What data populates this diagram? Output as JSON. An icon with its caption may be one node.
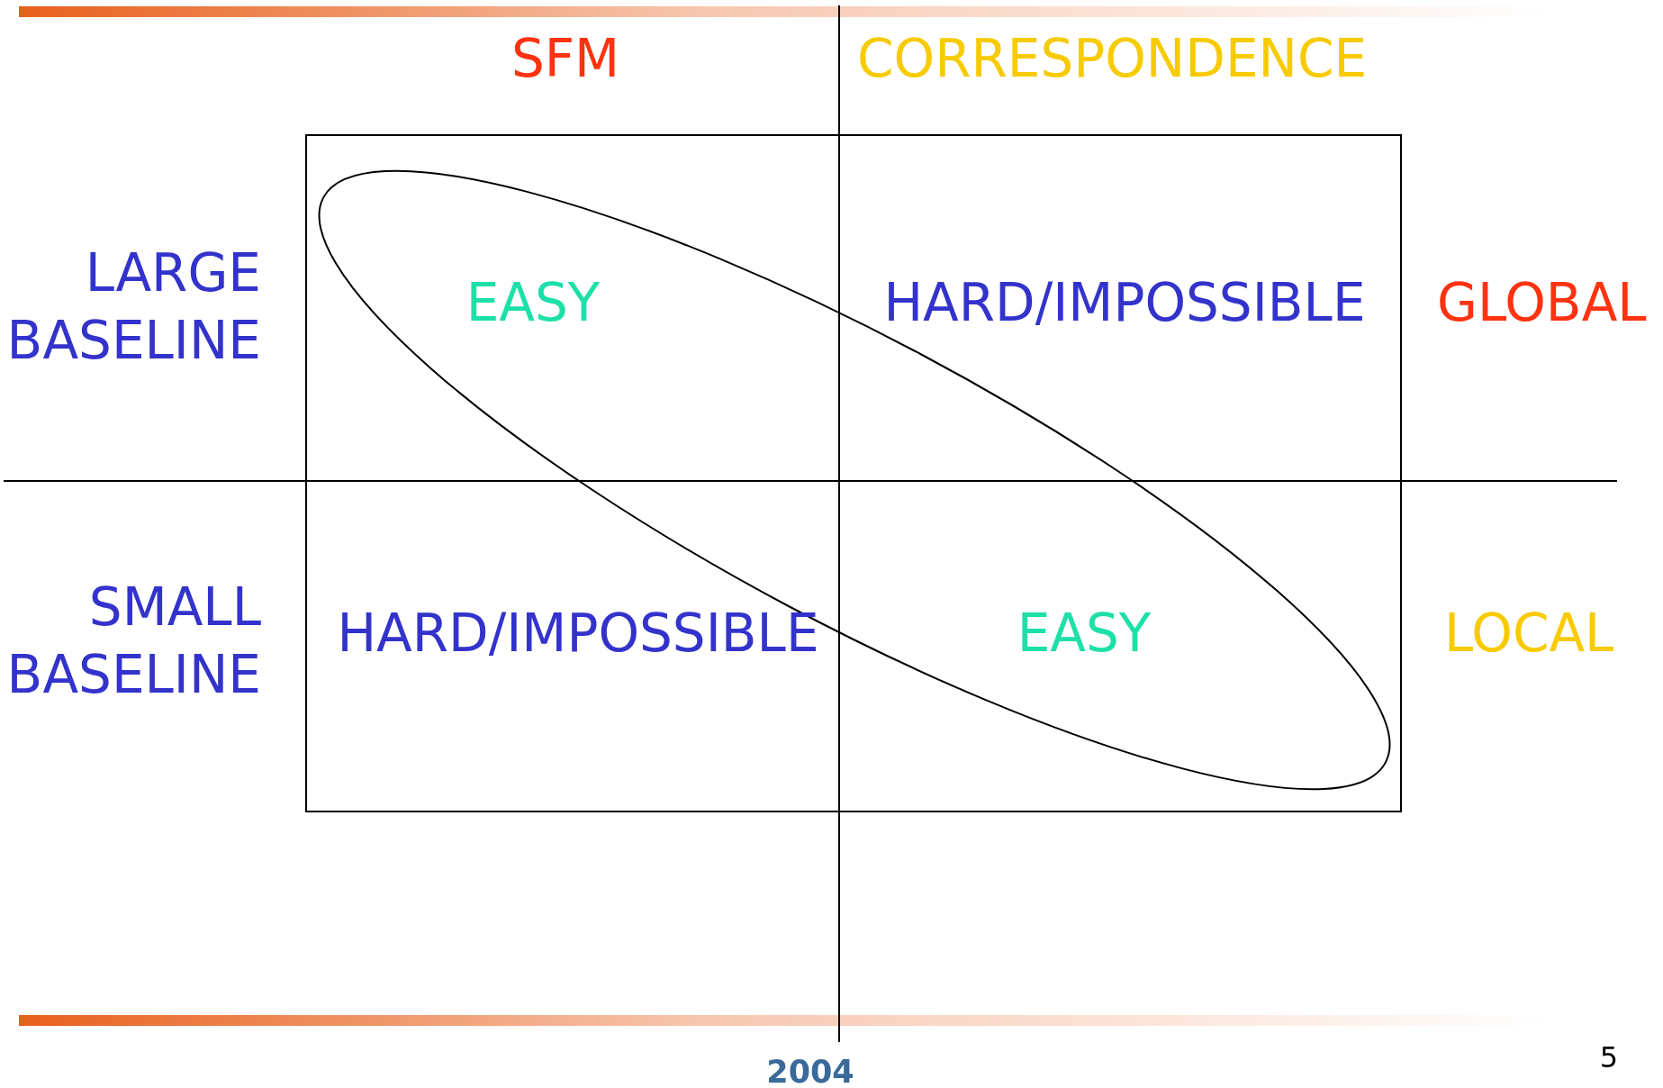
{
  "diagram": {
    "labels": [
      "SFM",
      "CORRESPONDENCE",
      "LARGE BASELINE",
      "EASY",
      "HARD/IMPOSSIBLE",
      "GLOBAL",
      "SMALL BASELINE",
      "HARD/IMPOSSIBLE",
      "EASY",
      "LOCAL",
      "2004",
      "5"
    ]
  }
}
